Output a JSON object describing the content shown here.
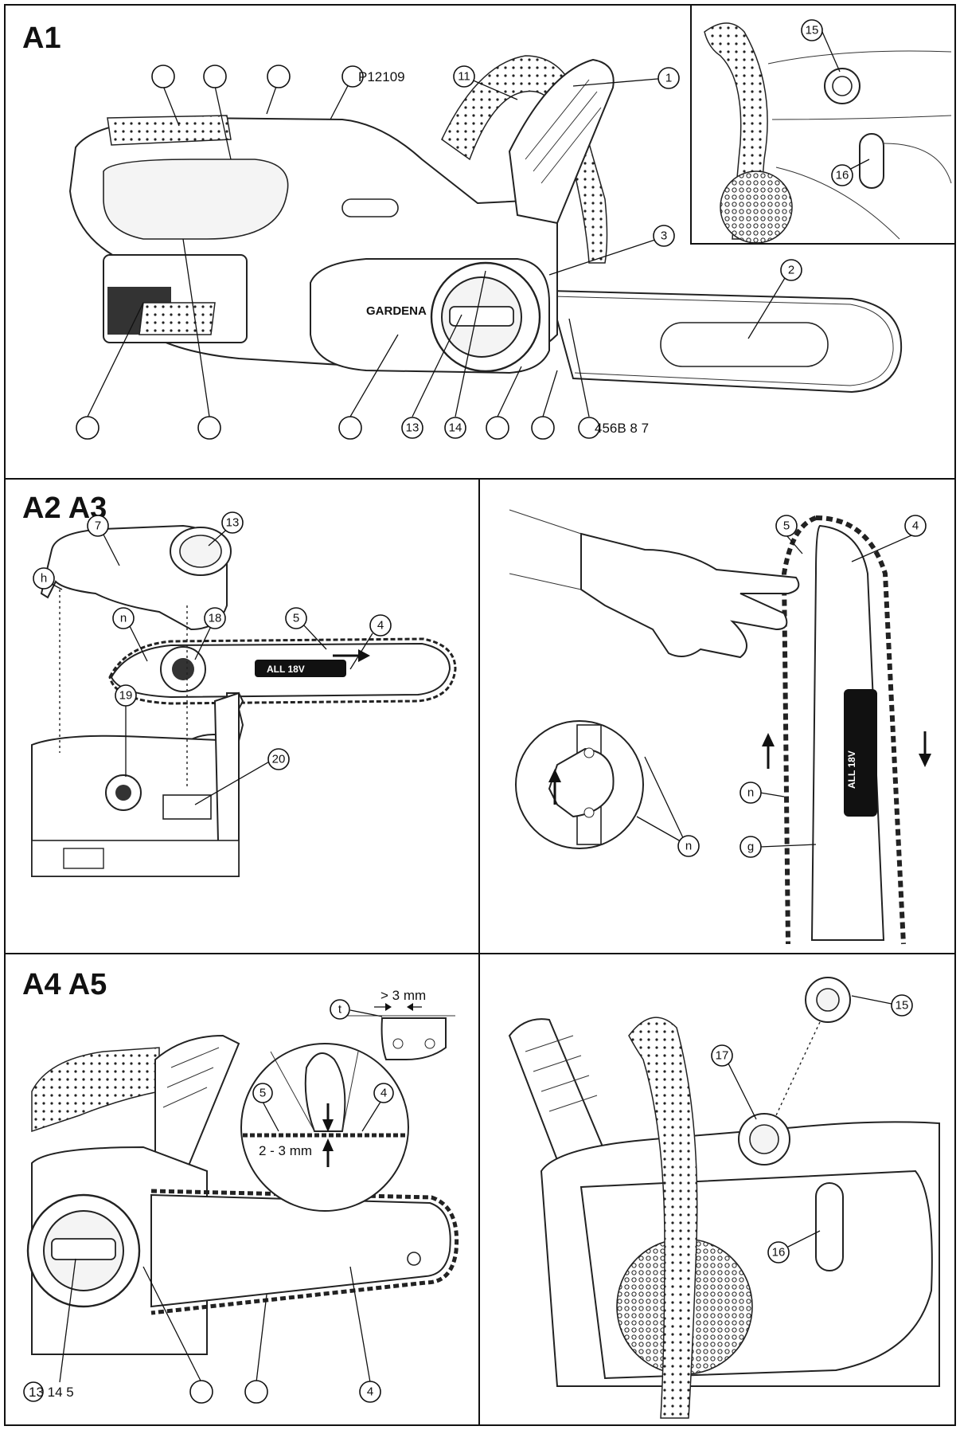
{
  "panels": {
    "a1": {
      "title": "A1"
    },
    "a2a3": {
      "title": "A2 A3"
    },
    "a4a5": {
      "title": "A4 A5"
    }
  },
  "a1": {
    "text_p12109": "P12109",
    "text_456b87": "456B 8 7",
    "brand": "GARDENA",
    "callouts": [
      "1",
      "2",
      "3",
      "11",
      "13",
      "14",
      "15",
      "16"
    ]
  },
  "a2": {
    "callouts": [
      "7",
      "13",
      "h",
      "n",
      "18",
      "5",
      "4",
      "19",
      "20"
    ],
    "bar_label": "ALL 18V"
  },
  "a3": {
    "callouts": [
      "5",
      "4",
      "n",
      "g",
      "n"
    ],
    "bar_label": "ALL 18V"
  },
  "a4": {
    "dim_top": "> 3 mm",
    "dim_mid": "2 - 3 mm",
    "text_13145": "13 14 5",
    "callouts": [
      "t",
      "5",
      "4",
      "13",
      "4"
    ]
  },
  "a5": {
    "callouts": [
      "15",
      "17",
      "16"
    ]
  },
  "icons": [
    "arrow-up-icon",
    "arrow-down-icon",
    "arrow-right-icon",
    "glove-hand-icon",
    "chain-link-icon"
  ]
}
